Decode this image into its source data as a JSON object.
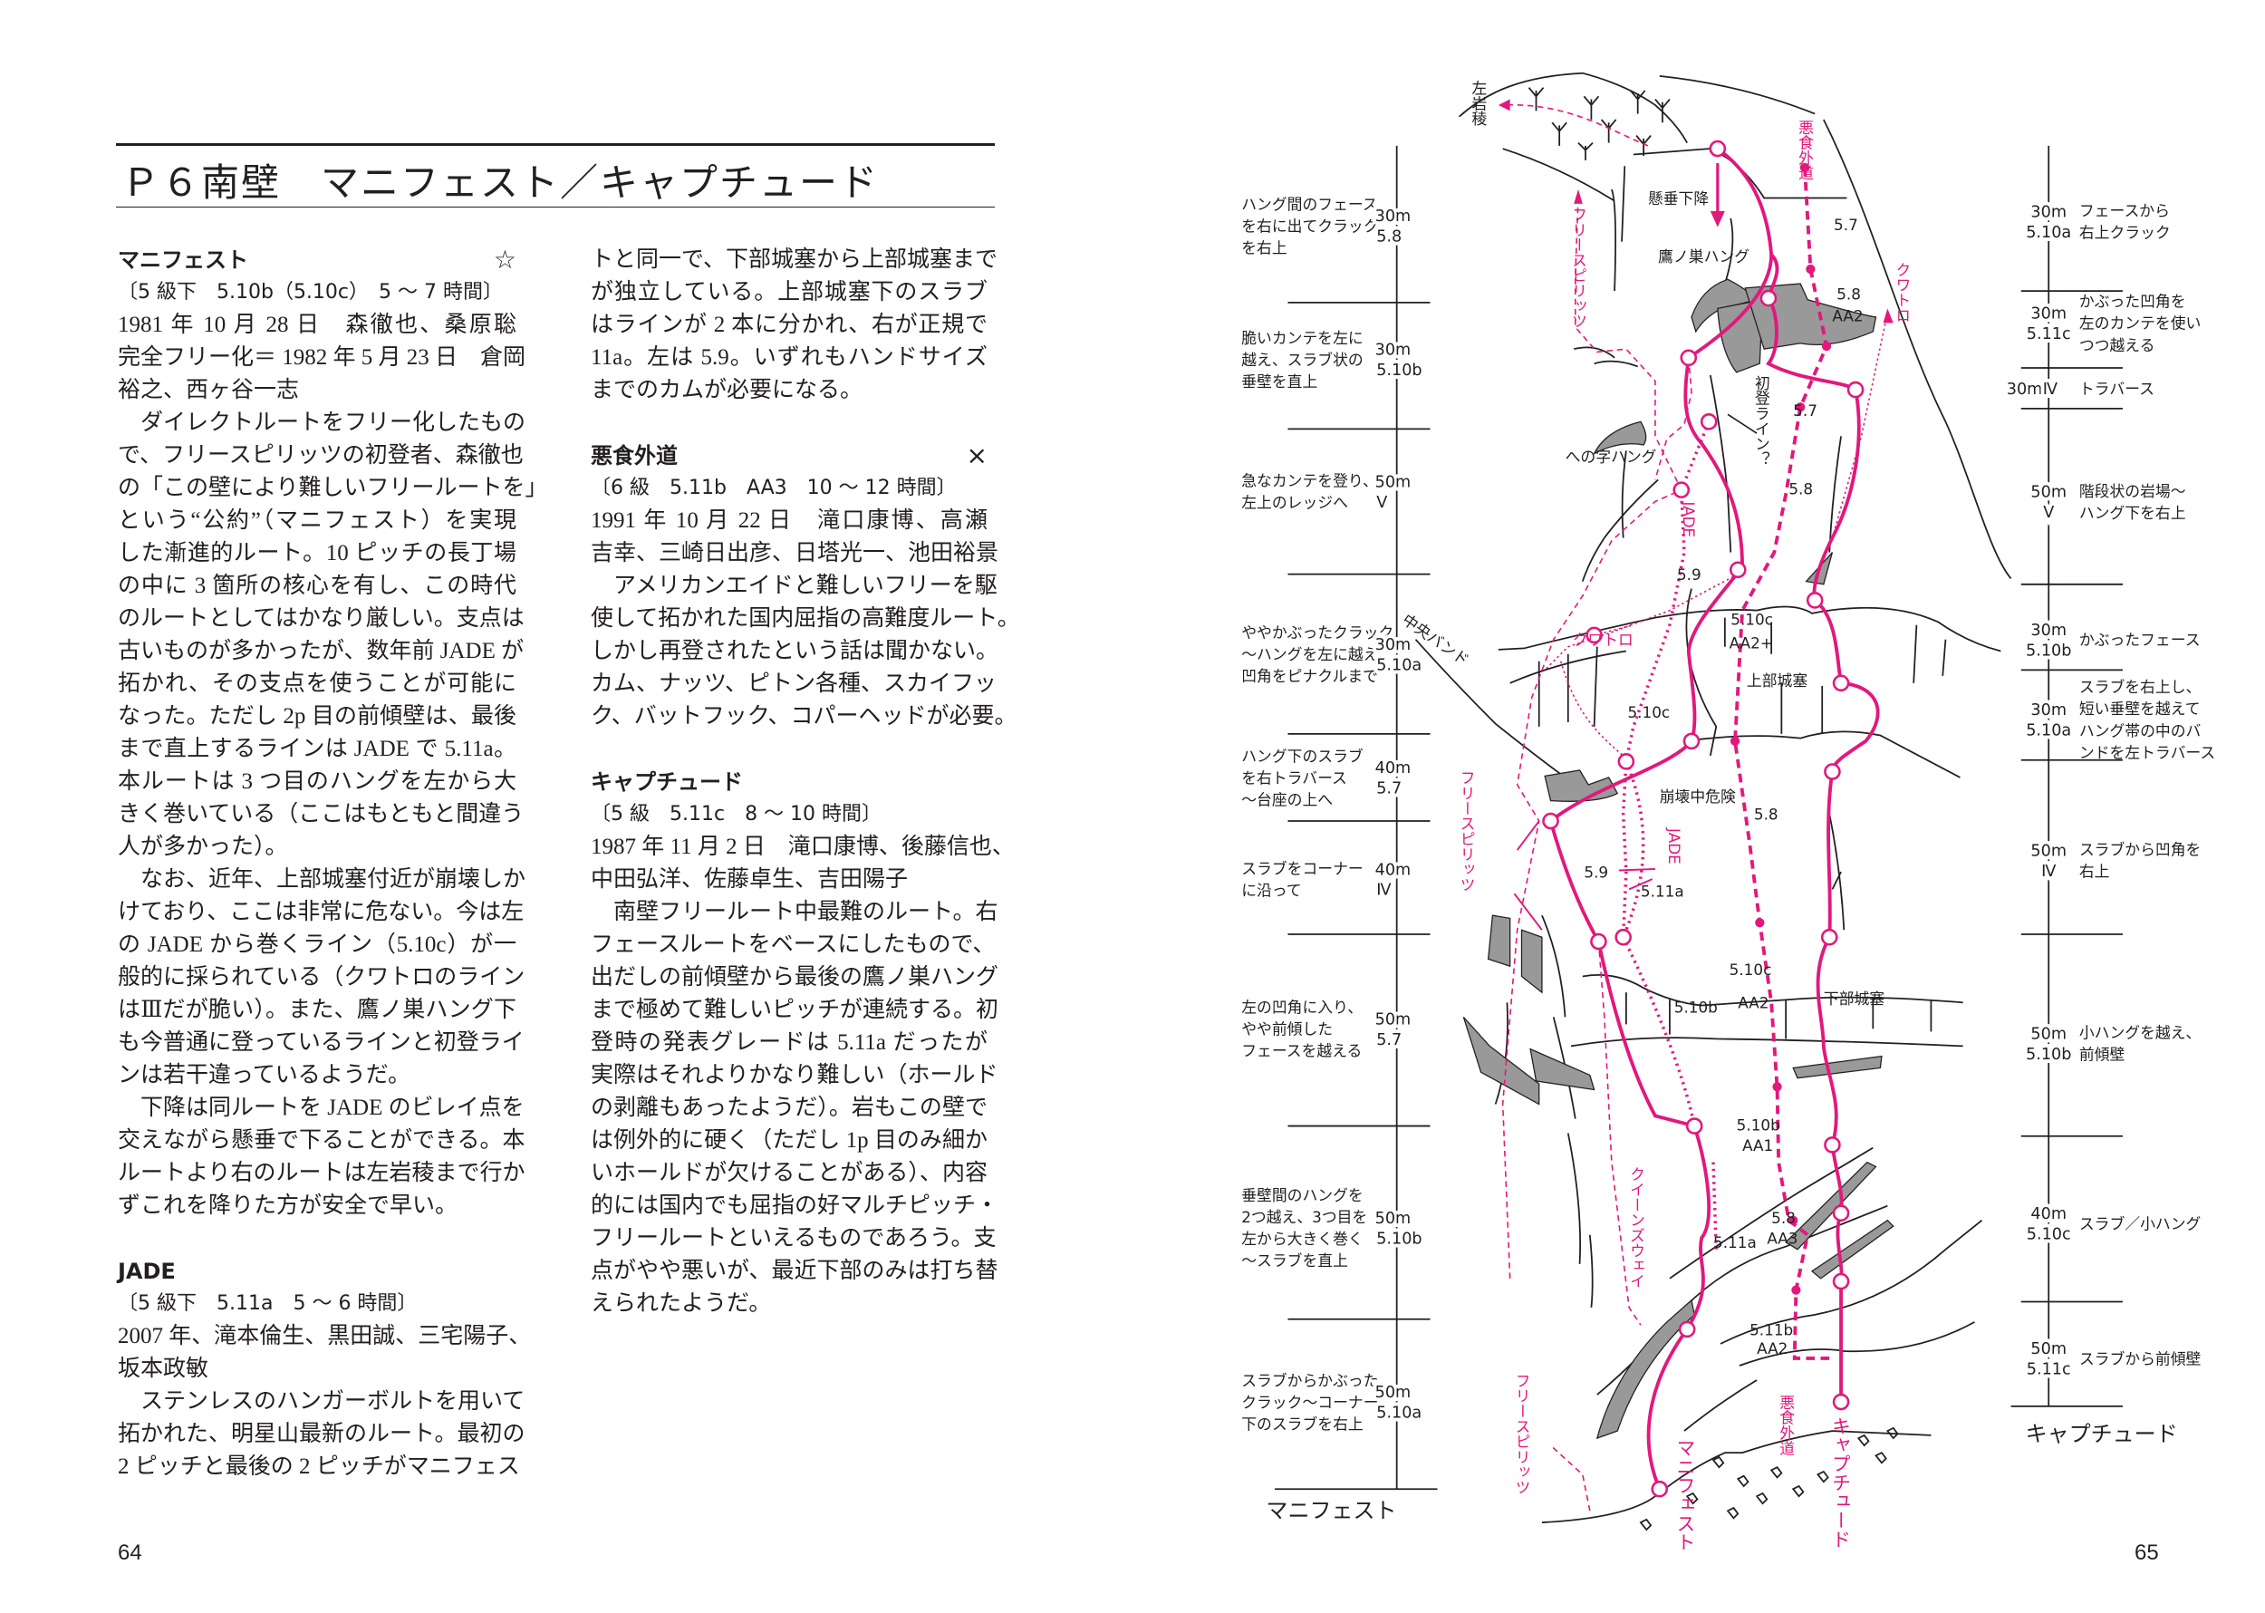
{
  "left_page": {
    "title": "Ｐ６南壁　マニフェスト／キャプチュード",
    "page_number": "64",
    "column1": [
      {
        "type": "heading",
        "text": "マニフェスト",
        "mark": "☆"
      },
      {
        "type": "grade",
        "text": "〔5 級下　5.10b（5.10c）　5 ～ 7 時間〕"
      },
      {
        "type": "para",
        "lines": [
          "1981 年 10 月 28 日　森徹也、桑原聡",
          "完全フリー化＝ 1982 年 5 月 23 日　倉岡",
          "裕之、西ヶ谷一志"
        ]
      },
      {
        "type": "para",
        "lines": [
          "　ダイレクトルートをフリー化したもの",
          "で、フリースピリッツの初登者、森徹也",
          "の「この壁により難しいフリールートを」",
          "という“公約”（マニフェスト）を実現",
          "した漸進的ルート。10 ピッチの長丁場",
          "の中に 3 箇所の核心を有し、この時代",
          "のルートとしてはかなり厳しい。支点は",
          "古いものが多かったが、数年前 JADE が",
          "拓かれ、その支点を使うことが可能に",
          "なった。ただし 2p 目の前傾壁は、最後",
          "まで直上するラインは JADE で 5.11a。",
          "本ルートは 3 つ目のハングを左から大",
          "きく巻いている（ここはもともと間違う",
          "人が多かった）。"
        ]
      },
      {
        "type": "para",
        "lines": [
          "　なお、近年、上部城塞付近が崩壊しか",
          "けており、ここは非常に危ない。今は左",
          "の JADE から巻くライン（5.10c）が一",
          "般的に採られている（クワトロのライン",
          "はⅢだが脆い）。また、鷹ノ巣ハング下",
          "も今普通に登っているラインと初登ライ",
          "ンは若干違っているようだ。"
        ]
      },
      {
        "type": "para",
        "lines": [
          "　下降は同ルートを JADE のビレイ点を",
          "交えながら懸垂で下ることができる。本",
          "ルートより右のルートは左岩稜まで行か",
          "ずこれを降りた方が安全で早い。"
        ]
      },
      {
        "type": "gap"
      },
      {
        "type": "heading",
        "text": "JADE",
        "mark": ""
      },
      {
        "type": "grade",
        "text": "〔5 級下　5.11a　5 ～ 6 時間〕"
      },
      {
        "type": "para",
        "lines": [
          "2007 年、滝本倫生、黒田誠、三宅陽子、",
          "坂本政敏"
        ]
      },
      {
        "type": "para_cont",
        "lines": [
          "　ステンレスのハンガーボルトを用いて",
          "拓かれた、明星山最新のルート。最初の",
          "2 ピッチと最後の 2 ピッチがマニフェス"
        ]
      }
    ],
    "column2": [
      {
        "type": "para",
        "lines": [
          "トと同一で、下部城塞から上部城塞まで",
          "が独立している。上部城塞下のスラブ",
          "はラインが 2 本に分かれ、右が正規で",
          "11a。左は 5.9。いずれもハンドサイズ",
          "までのカムが必要になる。"
        ]
      },
      {
        "type": "gap"
      },
      {
        "type": "heading",
        "text": "悪食外道",
        "mark": "×"
      },
      {
        "type": "grade",
        "text": "〔6 級　5.11b　AA3　10 ～ 12 時間〕"
      },
      {
        "type": "para",
        "lines": [
          "1991 年 10 月 22 日　滝口康博、高瀬",
          "吉幸、三崎日出彦、日塔光一、池田裕景"
        ]
      },
      {
        "type": "para",
        "lines": [
          "　アメリカンエイドと難しいフリーを駆",
          "使して拓かれた国内屈指の高難度ルート。",
          "しかし再登されたという話は聞かない。",
          "カム、ナッツ、ピトン各種、スカイフッ",
          "ク、バットフック、コパーヘッドが必要。"
        ]
      },
      {
        "type": "gap"
      },
      {
        "type": "heading",
        "text": "キャプチュード",
        "mark": ""
      },
      {
        "type": "grade",
        "text": "〔5 級　5.11c　8 ～ 10 時間〕"
      },
      {
        "type": "para",
        "lines": [
          "1987 年 11 月 2 日　滝口康博、後藤信也、",
          "中田弘洋、佐藤卓生、吉田陽子"
        ]
      },
      {
        "type": "para",
        "lines": [
          "　南壁フリールート中最難のルート。右",
          "フェースルートをベースにしたもので、",
          "出だしの前傾壁から最後の鷹ノ巣ハング",
          "まで極めて難しいピッチが連続する。初",
          "登時の発表グレードは 5.11a だったが",
          "実際はそれよりかなり難しい（ホールド",
          "の剥離もあったようだ）。岩もこの壁で",
          "は例外的に硬く（ただし 1p 目のみ細か",
          "いホールドが欠けることがある）、内容",
          "的には国内でも屈指の好マルチピッチ・",
          "フリールートといえるものであろう。支",
          "点がやや悪いが、最近下部のみは打ち替",
          "えられたようだ。"
        ]
      }
    ]
  },
  "right_page": {
    "page_number": "65",
    "topo": {
      "manifest_label": "マニフェスト",
      "capture_label": "キャプチュード",
      "manifest_pitches": [
        {
          "desc": [
            "ハング間のフェース",
            "を右に出てクラック",
            "を右上"
          ],
          "length": "30m",
          "grade": "5.8"
        },
        {
          "desc": [
            "脆いカンテを左に",
            "越え、スラブ状の",
            "垂壁を直上"
          ],
          "length": "30m",
          "grade": "5.10b"
        },
        {
          "desc": [
            "急なカンテを登り、",
            "左上のレッジへ"
          ],
          "length": "50m",
          "grade": "Ⅴ"
        },
        {
          "desc": [
            "ややかぶったクラック",
            "～ハングを左に越え、",
            "凹角をピナクルまで"
          ],
          "length": "30m",
          "grade": "5.10a"
        },
        {
          "desc": [
            "ハング下のスラブ",
            "を右トラバース",
            "～台座の上へ"
          ],
          "length": "40m",
          "grade": "5.7"
        },
        {
          "desc": [
            "スラブをコーナー",
            "に沿って"
          ],
          "length": "40m",
          "grade": "Ⅳ"
        },
        {
          "desc": [
            "左の凹角に入り、",
            "やや前傾した",
            "フェースを越える"
          ],
          "length": "50m",
          "grade": "5.7"
        },
        {
          "desc": [
            "垂壁間のハングを",
            "2つ越え、3つ目を",
            "左から大きく巻く",
            "～スラブを直上"
          ],
          "length": "50m",
          "grade": "5.10b"
        },
        {
          "desc": [
            "スラブからかぶった",
            "クラック～コーナー",
            "下のスラブを右上"
          ],
          "length": "50m",
          "grade": "5.10a"
        }
      ],
      "capture_pitches": [
        {
          "desc": [
            "フェースから",
            "右上クラック"
          ],
          "length": "30m",
          "grade": "5.10a"
        },
        {
          "desc": [
            "かぶった凹角を",
            "左のカンテを使い",
            "つつ越える"
          ],
          "length": "30m",
          "grade": "5.11c"
        },
        {
          "desc": [
            "トラバース"
          ],
          "length": "30m",
          "grade": "Ⅳ"
        },
        {
          "desc": [
            "階段状の岩場～",
            "ハング下を右上"
          ],
          "length": "50m",
          "grade": "Ⅴ"
        },
        {
          "desc": [
            "かぶったフェース"
          ],
          "length": "30m",
          "grade": "5.10b"
        },
        {
          "desc": [
            "スラブを右上し、",
            "短い垂壁を越えて",
            "ハング帯の中のバ",
            "ンドを左トラバース"
          ],
          "length": "30m",
          "grade": "5.10a"
        },
        {
          "desc": [
            "スラブから凹角を",
            "右上"
          ],
          "length": "50m",
          "grade": "Ⅳ"
        },
        {
          "desc": [
            "小ハングを越え、",
            "前傾壁"
          ],
          "length": "50m",
          "grade": "5.10b"
        },
        {
          "desc": [
            "スラブ／小ハング"
          ],
          "length": "40m",
          "grade": "5.10c"
        },
        {
          "desc": [
            "スラブから前傾壁"
          ],
          "length": "50m",
          "grade": "5.11c"
        }
      ],
      "labels": [
        "左岩稜",
        "懸垂下降",
        "悪食外道",
        "フリースピリッツ",
        "5.7",
        "5.8",
        "AA2",
        "クワトロ",
        "鷹ノ巣ハング",
        "初登ライン？",
        "5.7",
        "への字ハング",
        "5.8",
        "JADE",
        "5.9",
        "中央バンド",
        "クワトロ",
        "5.10c",
        "AA2+",
        "上部城塞",
        "5.10c",
        "崩壊中危険",
        "フリースピリッツ",
        "5.8",
        "JADE",
        "5.9",
        "5.11a",
        "5.10c",
        "5.10b",
        "AA2",
        "下部城塞",
        "クイーンズウェイ",
        "5.10b",
        "AA1",
        "5.8",
        "AA3",
        "5.11a",
        "5.11b",
        "AA2",
        "悪食外道",
        "フリースピリッツ",
        "マニフェスト",
        "キャプチュード"
      ],
      "colors": {
        "route": "#e2187d",
        "hang": "#999999"
      }
    }
  }
}
